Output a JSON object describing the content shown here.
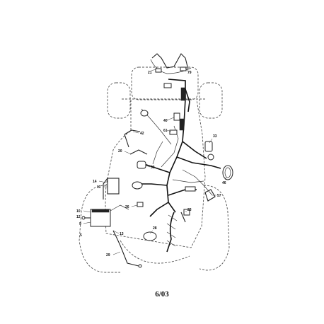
{
  "callouts": {
    "c21": "21",
    "c79": "79",
    "c40": "40",
    "c61": "61",
    "c42": "42",
    "c33": "33",
    "c20": "20",
    "c39": "39",
    "c14": "14",
    "c11": "11",
    "c46": "46",
    "c57": "57",
    "c10": "10",
    "c12": "12",
    "c9": "9",
    "c13": "13",
    "c5": "5",
    "c28": "28",
    "c26": "26",
    "c23": "23",
    "c29": "29"
  },
  "footer": {
    "date": "6/03"
  }
}
